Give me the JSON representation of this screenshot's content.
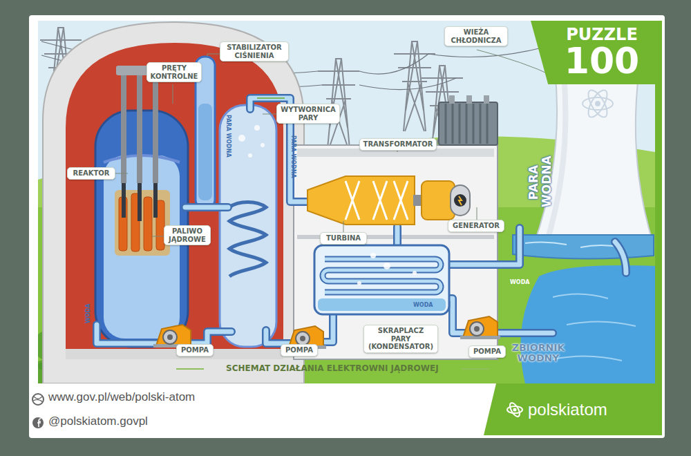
{
  "diagram": {
    "caption": "SCHEMAT DZIAŁANIA ELEKTROWNI JĄDROWEJ",
    "nodes": [
      {
        "text": [
          "PUZZLE",
          "100"
        ]
      },
      {
        "text": [
          "PRĘTY KONTROLNE"
        ]
      },
      {
        "text": [
          "STABILIZATOR CIŚNIENIA"
        ]
      },
      {
        "text": [
          "WIEŻA CHŁODNICZA"
        ]
      },
      {
        "text": [
          "WYTWORNICA PARY"
        ]
      },
      {
        "text": [
          "TRANSFORMATOR"
        ]
      },
      {
        "text": [
          "REAKTOR"
        ]
      },
      {
        "text": [
          "PALIWO JĄDROWE"
        ]
      },
      {
        "text": [
          "TURBINA"
        ]
      },
      {
        "text": [
          "GENERATOR"
        ]
      },
      {
        "text": [
          "POMPA"
        ]
      },
      {
        "text": [
          "POMPA"
        ]
      },
      {
        "text": [
          "SKRAPLACZ PARY (KONDENSATOR)"
        ]
      },
      {
        "text": [
          "POMPA"
        ]
      }
    ],
    "labels": [
      "PARA WODNA",
      "PARA WODNA",
      "PARA WODNA",
      "WODA",
      "WODA",
      "WODA",
      "ZBIORNIK WODNY",
      "www.gov.pl/web/polski-atom",
      "@polskiatom.govpl",
      "polskiatom"
    ]
  }
}
